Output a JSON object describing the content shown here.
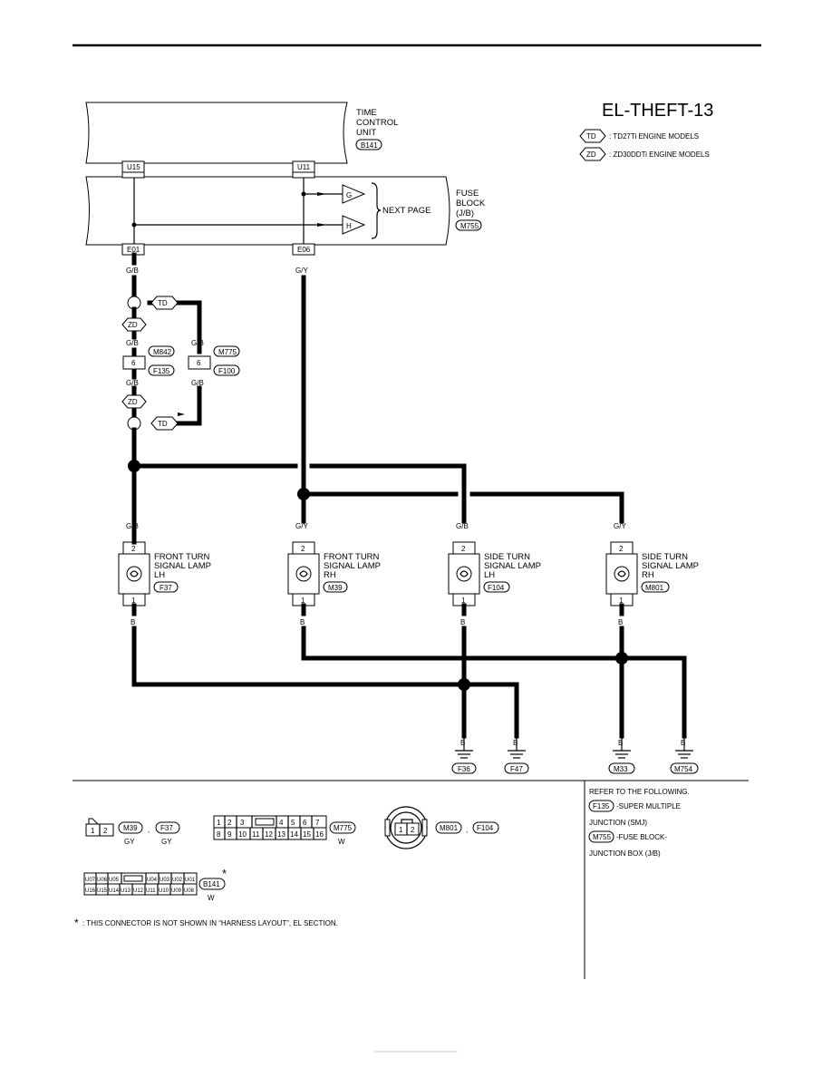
{
  "header": {
    "diagram_id": "EL-THEFT-13"
  },
  "legend": [
    {
      "code": "TD",
      "text": ": TD27Ti ENGINE MODELS"
    },
    {
      "code": "ZD",
      "text": ": ZD30DDTi ENGINE MODELS"
    }
  ],
  "time_control_unit": {
    "label1": "TIME",
    "label2": "CONTROL",
    "label3": "UNIT",
    "connector": "B141",
    "pins": [
      "U15",
      "U11"
    ]
  },
  "fuse_block": {
    "label1": "FUSE",
    "label2": "BLOCK",
    "label3": "(J/B)",
    "connector": "M755",
    "pins": [
      "E01",
      "E06"
    ],
    "arrows": [
      "G",
      "H"
    ],
    "next_page": "NEXT PAGE"
  },
  "wires": {
    "gb": "G/B",
    "gy": "G/Y",
    "b": "B"
  },
  "options": {
    "td": "TD",
    "zd": "ZD"
  },
  "smj": {
    "pin": "6",
    "left_conn_a": "M842",
    "left_conn_b": "F135",
    "right_conn_a": "M775",
    "right_conn_b": "F100"
  },
  "lamps": [
    {
      "name1": "FRONT TURN",
      "name2": "SIGNAL LAMP",
      "name3": "LH",
      "connector": "F37",
      "wire": "G/B",
      "pin_top": "2",
      "pin_bottom": "1"
    },
    {
      "name1": "FRONT TURN",
      "name2": "SIGNAL LAMP",
      "name3": "RH",
      "connector": "M39",
      "wire": "G/Y",
      "pin_top": "2",
      "pin_bottom": "1"
    },
    {
      "name1": "SIDE TURN",
      "name2": "SIGNAL LAMP",
      "name3": "LH",
      "connector": "F104",
      "wire": "G/B",
      "pin_top": "2",
      "pin_bottom": "1"
    },
    {
      "name1": "SIDE TURN",
      "name2": "SIGNAL LAMP",
      "name3": "RH",
      "connector": "M801",
      "wire": "G/Y",
      "pin_top": "2",
      "pin_bottom": "1"
    }
  ],
  "grounds": [
    "F36",
    "F47",
    "M33",
    "M754"
  ],
  "connector_views": {
    "c1": {
      "pins": [
        "1",
        "2"
      ],
      "conn_a": "M39",
      "conn_b": "F37",
      "color_a": "GY",
      "color_b": "GY",
      "sep": ","
    },
    "c2": {
      "row1": [
        "1",
        "2",
        "3",
        "",
        "4",
        "5",
        "6",
        "7"
      ],
      "row2": [
        "8",
        "9",
        "10",
        "11",
        "12",
        "13",
        "14",
        "15",
        "16"
      ],
      "conn": "M775",
      "color": "W"
    },
    "c3": {
      "pins": [
        "1",
        "2"
      ],
      "conn_a": "M801",
      "conn_b": "F104",
      "sep": ","
    },
    "c4": {
      "row1": [
        "U07",
        "U06",
        "U05",
        "",
        "U04",
        "U03",
        "U02",
        "U01"
      ],
      "row2": [
        "U16",
        "U15",
        "U14",
        "U13",
        "U12",
        "U11",
        "U10",
        "U09",
        "U08"
      ],
      "conn": "B141",
      "color": "W",
      "star": "*"
    }
  },
  "footnote": {
    "star": "*",
    "text": ": THIS CONNECTOR IS NOT SHOWN IN “HARNESS LAYOUT”, EL SECTION."
  },
  "refer": {
    "title": "REFER TO THE FOLLOWING.",
    "items": [
      {
        "code": "F135",
        "line1": "-SUPER MULTIPLE",
        "line2": "JUNCTION (SMJ)"
      },
      {
        "code": "M755",
        "line1": "-FUSE BLOCK-",
        "line2": "JUNCTION BOX (J/B)"
      }
    ]
  }
}
